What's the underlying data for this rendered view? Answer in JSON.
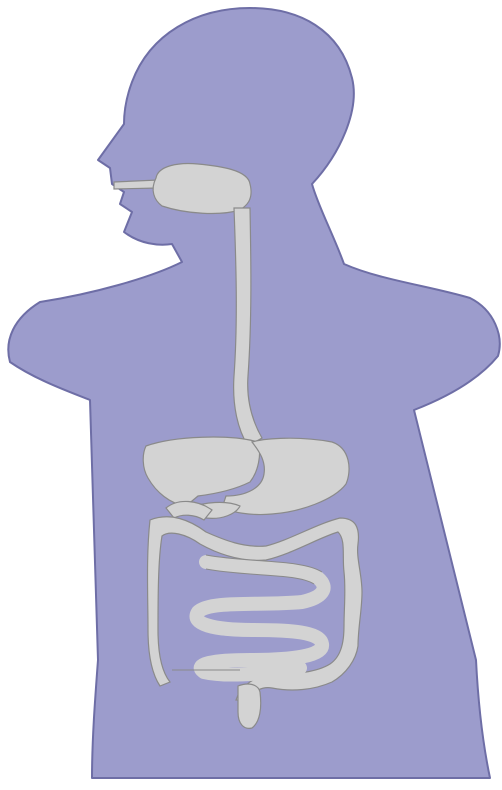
{
  "diagram": {
    "subject": "human-digestive-system",
    "colors": {
      "background": "#ffffff",
      "body_fill": "#9c9ccc",
      "body_outline": "#6e6ea6",
      "organ_fill": "#d3d3d3",
      "organ_outline": "#8a8a8a"
    },
    "parts": [
      "mouth",
      "pharynx",
      "esophagus",
      "liver",
      "stomach",
      "pancreas",
      "duodenum",
      "small-intestine",
      "large-intestine",
      "rectum"
    ]
  }
}
